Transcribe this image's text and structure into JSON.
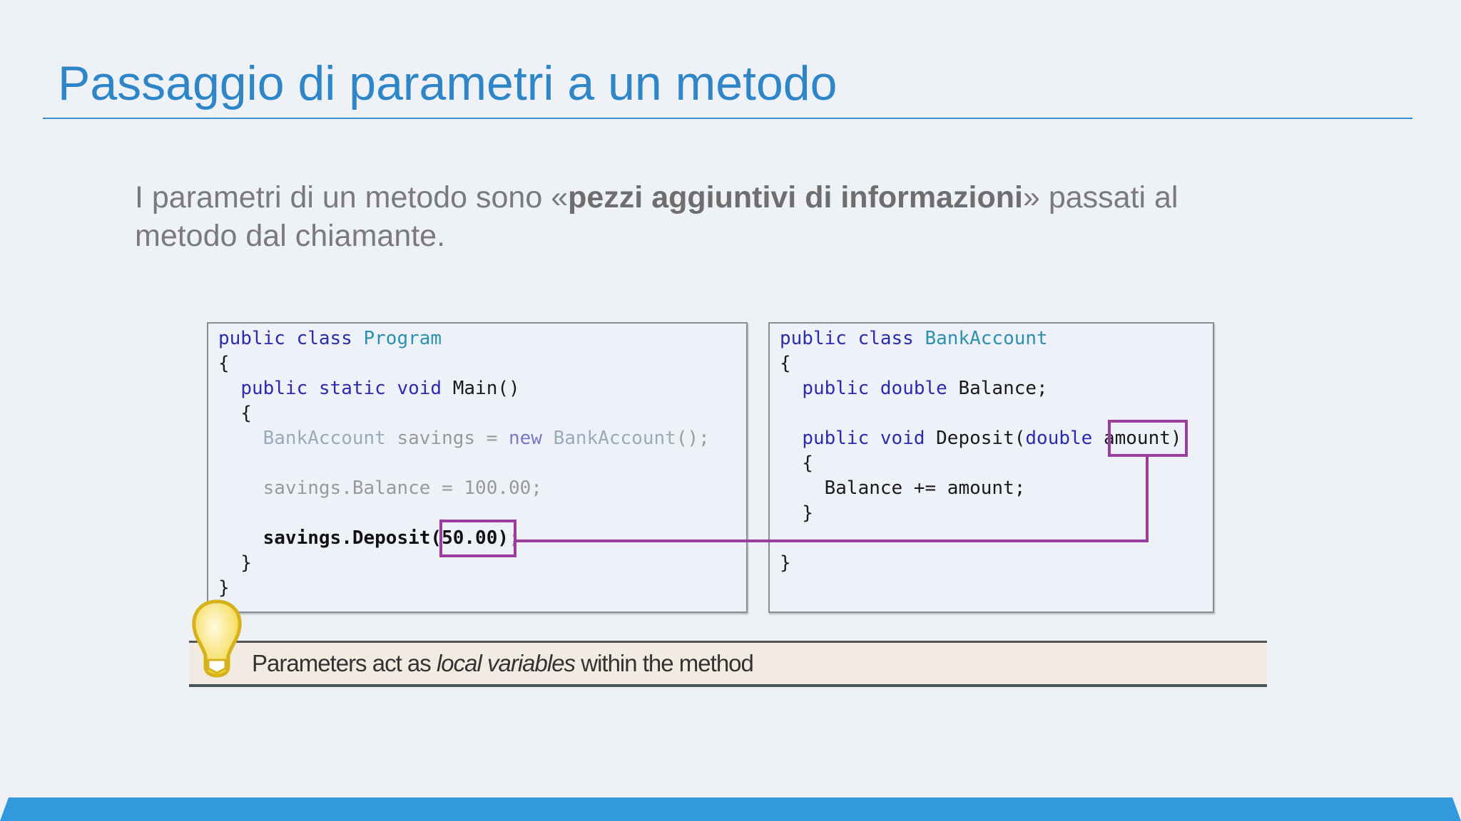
{
  "slide": {
    "title": "Passaggio di parametri a un metodo",
    "body": {
      "prefix": "I parametri di un metodo sono «",
      "bold": "pezzi aggiuntivi di informazioni",
      "suffix": "» passati al metodo dal chiamante."
    },
    "left_code": {
      "lines": [
        "public class Program",
        "{",
        "  public static void Main()",
        "  {",
        "    BankAccount savings = new BankAccount();",
        "",
        "    savings.Balance = 100.00;",
        "",
        "    savings.Deposit(50.00);",
        "  }",
        "}"
      ],
      "highlight": "(50.00)"
    },
    "right_code": {
      "lines": [
        "public class BankAccount",
        "{",
        "  public double Balance;",
        "",
        "  public void Deposit(double amount)",
        "  {",
        "    Balance += amount;",
        "  }",
        "",
        "}"
      ],
      "highlight": "amount"
    },
    "tip": {
      "icon": "lightbulb-icon",
      "before": "Parameters act as ",
      "italic": "local variables",
      "after": " within the method"
    },
    "colors": {
      "accent": "#2e86c8",
      "highlight": "#9b3d9e",
      "footer": "#3399dd"
    }
  }
}
